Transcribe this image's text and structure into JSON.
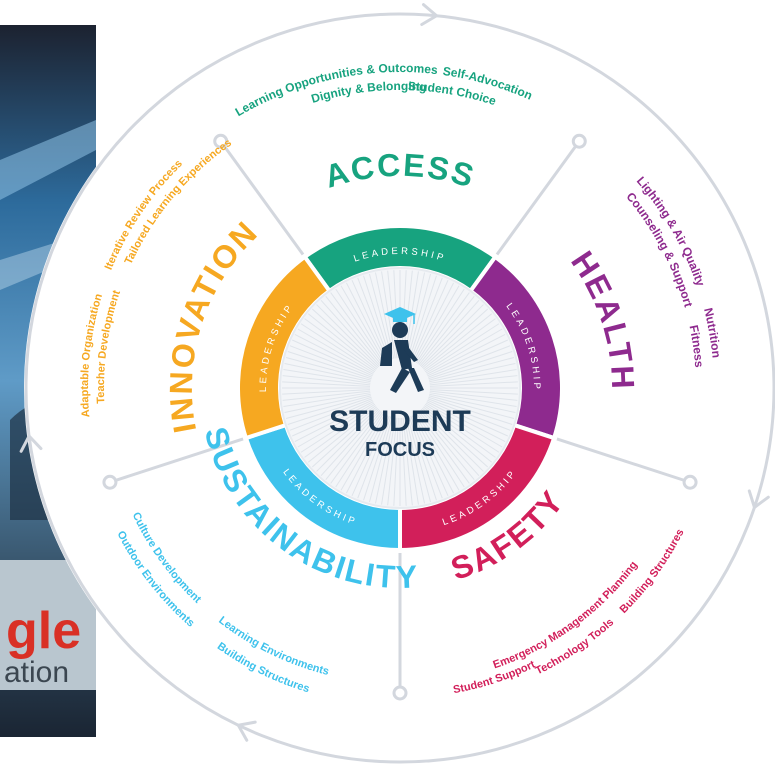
{
  "center": {
    "title": "STUDENT",
    "subtitle": "FOCUS"
  },
  "colors": {
    "access": "#17a37f",
    "health": "#8e2a8e",
    "safety": "#d21f5a",
    "sustainability": "#3ec2ec",
    "innovation": "#f6a821",
    "outer_ring": "#d3d7de",
    "figure": "#1d3b57",
    "cap": "#3ec2ec"
  },
  "leadership_label": "LEADERSHIP",
  "segments": [
    {
      "key": "access",
      "title": "ACCESS",
      "items": [
        "Learning Opportunities & Outcomes",
        "Self-Advocation",
        "Dignity & Belonging",
        "Student Choice"
      ]
    },
    {
      "key": "health",
      "title": "HEALTH",
      "items": [
        "Lighting & Air Quality",
        "Counseling & Support",
        "Nutrition",
        "Fitness"
      ]
    },
    {
      "key": "safety",
      "title": "SAFETY",
      "items": [
        "Building Structures",
        "Emergency Management Planning",
        "Technology Tools",
        "Student Support"
      ]
    },
    {
      "key": "sustainability",
      "title": "SUSTAINABILITY",
      "items": [
        "Culture Development",
        "Outdoor Environments",
        "Learning Environments",
        "Building Structures"
      ]
    },
    {
      "key": "innovation",
      "title": "INNOVATION",
      "items": [
        "Iterative Review Process",
        "Tailored Learning Experiences",
        "Adaptable Organization",
        "Teacher Development"
      ]
    }
  ],
  "photo": {
    "logo_text": "gle",
    "sub_text": "ation"
  }
}
